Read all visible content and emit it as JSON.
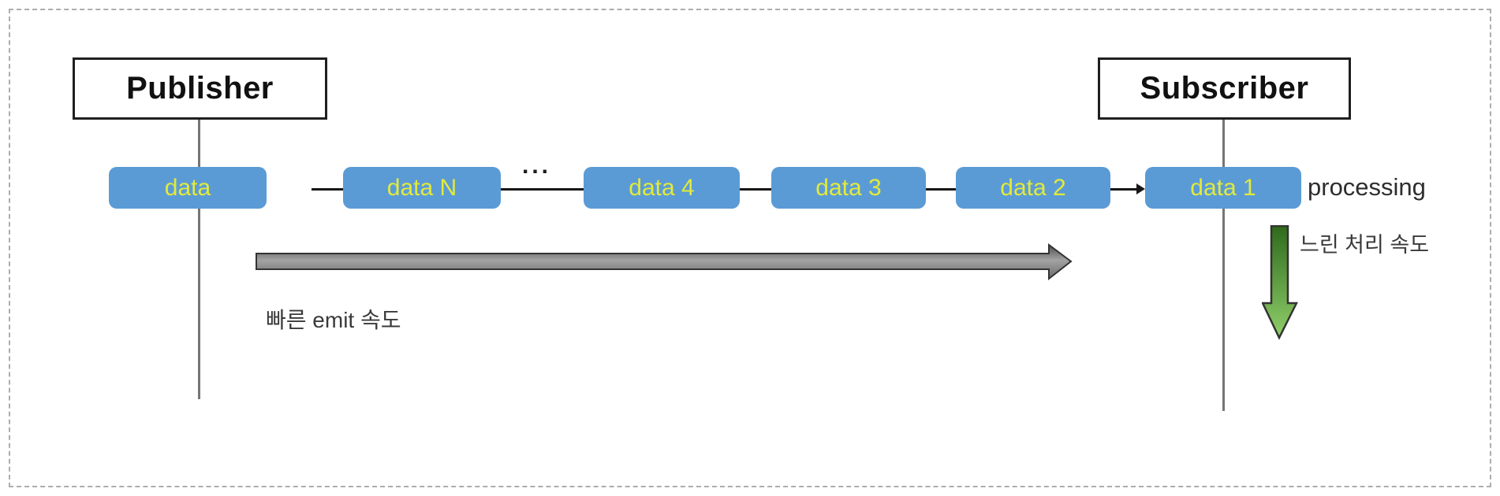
{
  "publisher": {
    "label": "Publisher"
  },
  "subscriber": {
    "label": "Subscriber"
  },
  "queue": {
    "items": [
      {
        "label": "data"
      },
      {
        "label": "data N"
      },
      {
        "label": "data 4"
      },
      {
        "label": "data 3"
      },
      {
        "label": "data 2"
      },
      {
        "label": "data 1"
      }
    ],
    "ellipsis": "..."
  },
  "annotations": {
    "processing": "processing",
    "fast_emit": "빠른 emit 속도",
    "slow_processing": "느린 처리 속도"
  },
  "colors": {
    "queue_box_fill": "#5B9BD5",
    "queue_box_text": "#E3EA3A",
    "actor_border": "#1F1F1F",
    "lifeline": "#757575",
    "connector": "#161616",
    "emit_arrow_fill": "#8A8A8A",
    "emit_arrow_stroke": "#333333",
    "processing_arrow_top": "#2F6A1C",
    "processing_arrow_bottom": "#90CF6A",
    "frame_dash": "#ADADAD"
  }
}
